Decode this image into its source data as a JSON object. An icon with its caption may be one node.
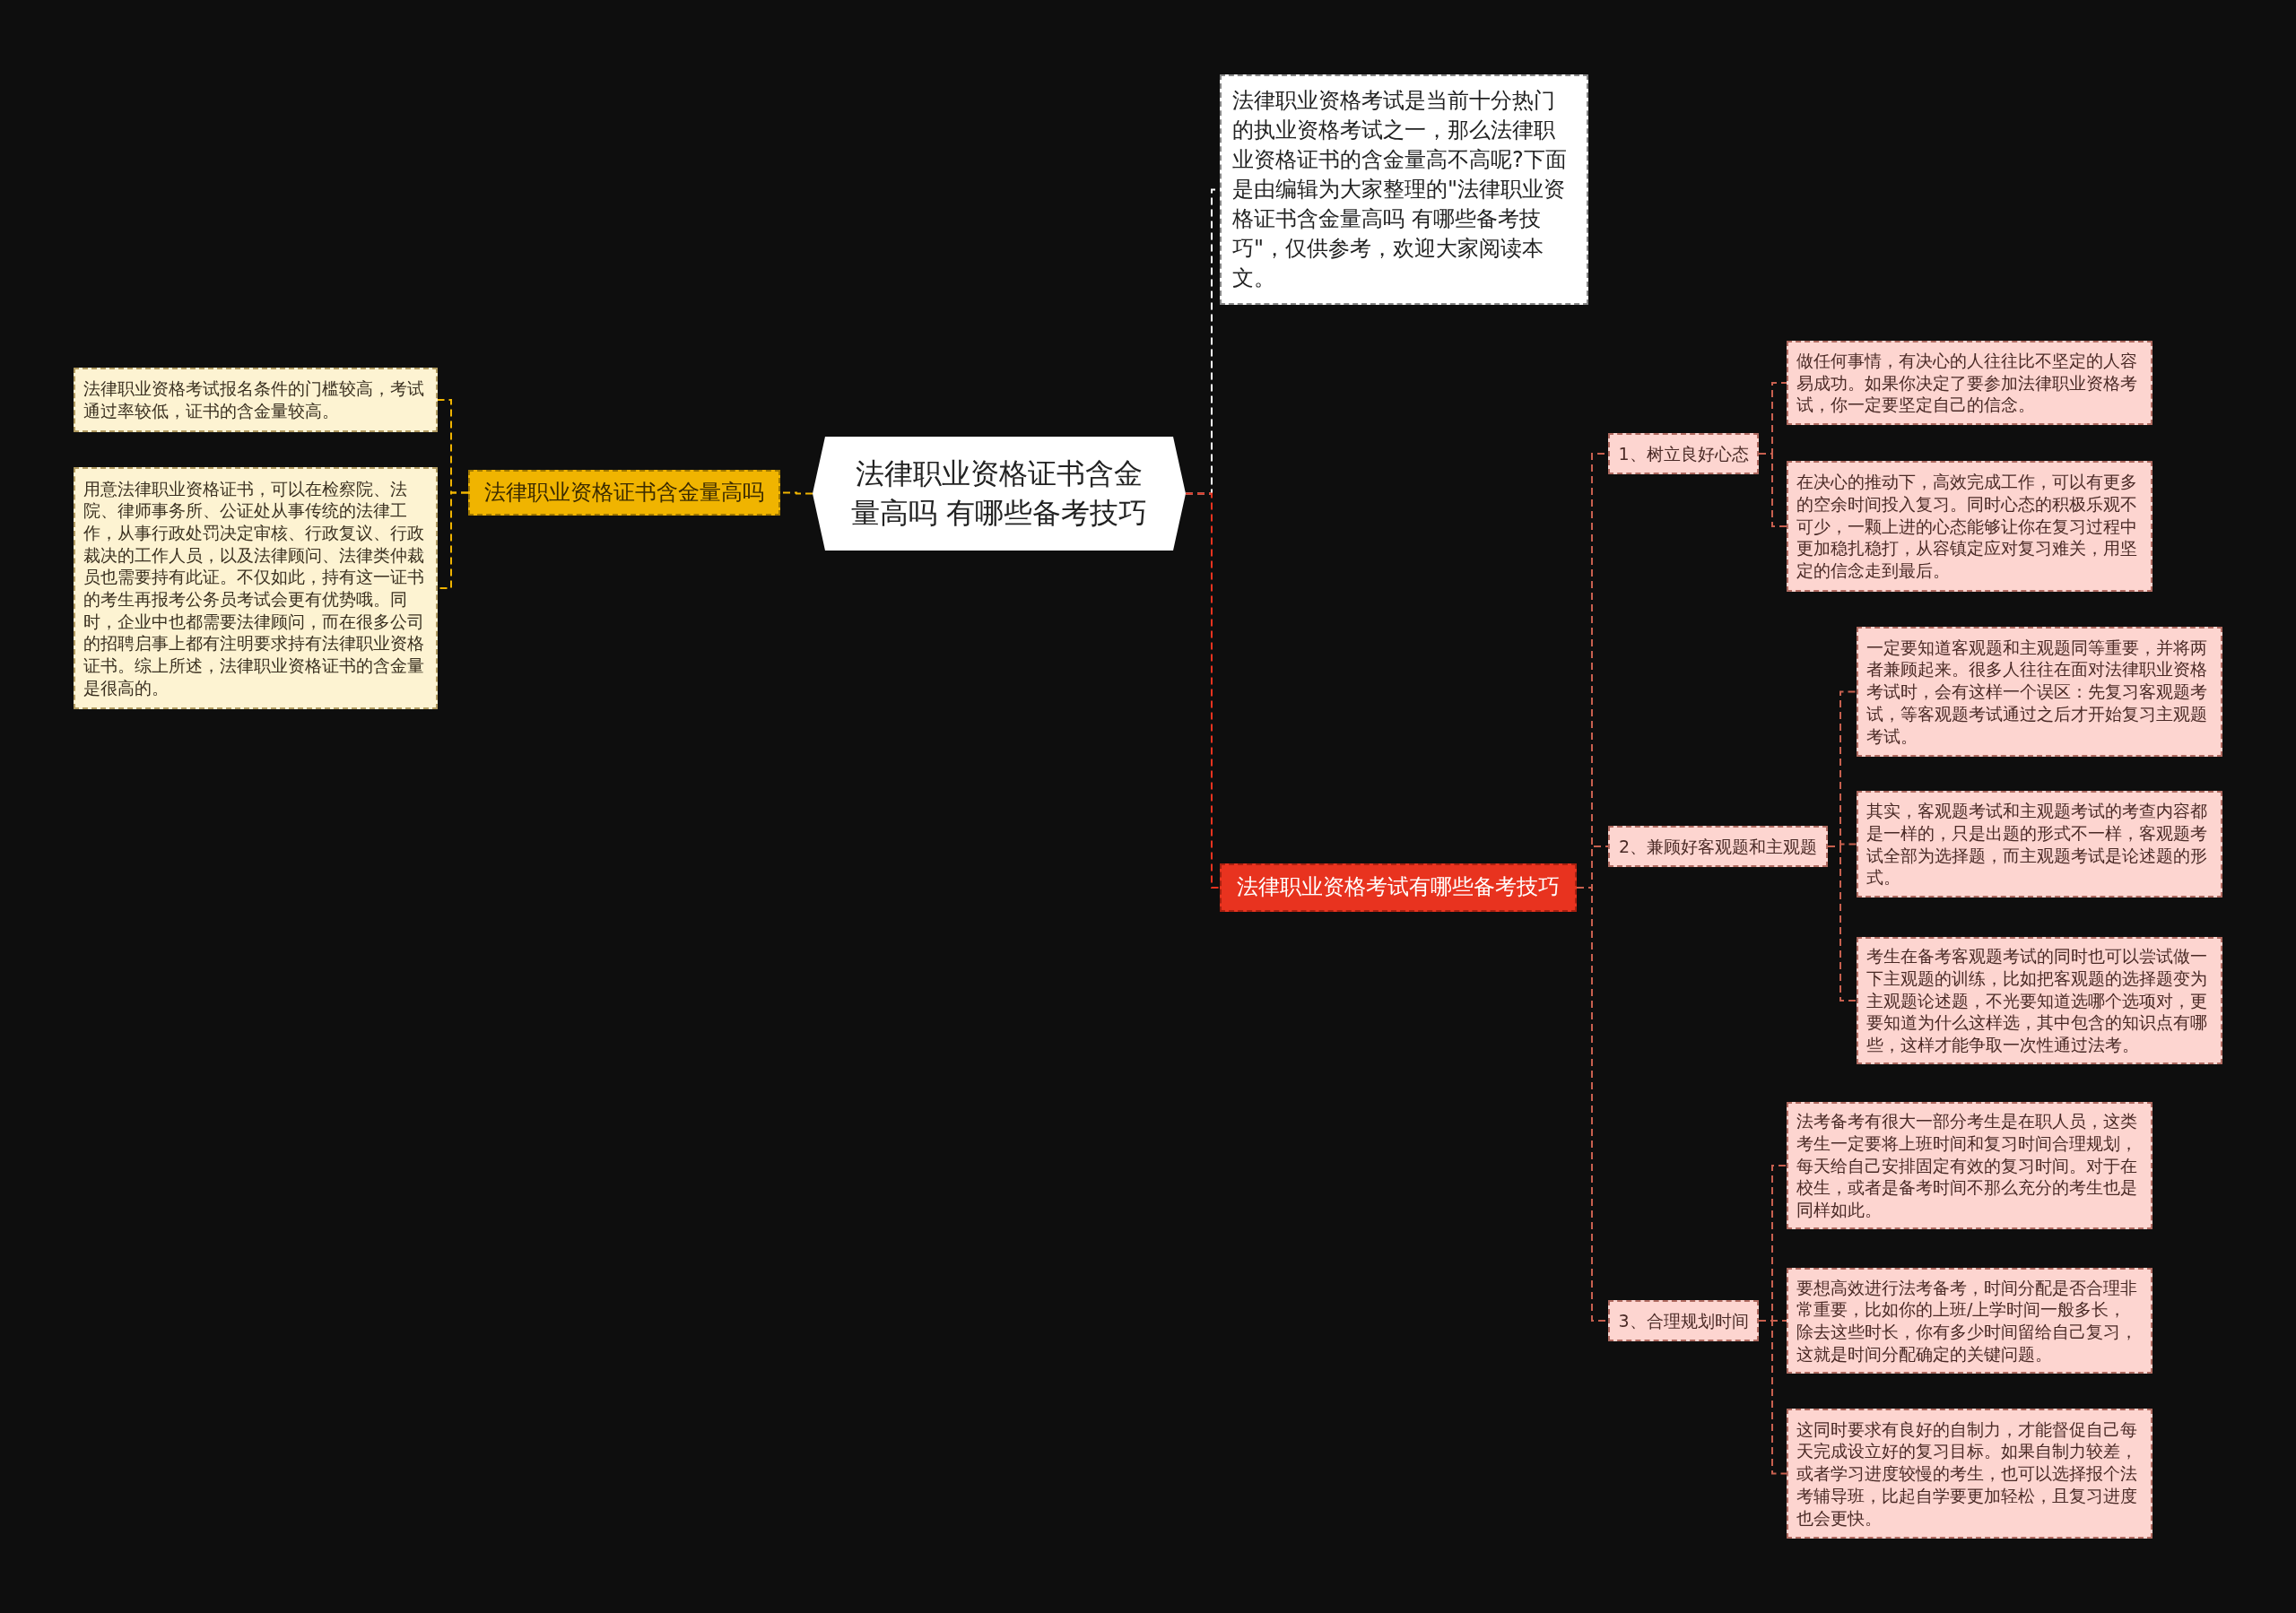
{
  "diagram": {
    "nodes": [
      {
        "text": [
          "法律职业资格证书含金量高吗 有哪些备考技巧"
        ]
      },
      {
        "text": [
          "法律职业资格证书含金量高吗"
        ]
      },
      {
        "text": [
          "法律职业资格考试报名条件的门槛较高，考试通过率较低，证书的含金量较高。"
        ]
      },
      {
        "text": [
          "用意法律职业资格证书，可以在检察院、法院、律师事务所、公证处从事传统的法律工作，从事行政处罚决定审核、行政复议、行政裁决的工作人员，以及法律顾问、法律类仲裁员也需要持有此证。不仅如此，持有这一证书的考生再报考公务员考试会更有优势哦。同时，企业中也都需要法律顾问，而在很多公司的招聘启事上都有注明要求持有法律职业资格证书。综上所述，法律职业资格证书的含金量是很高的。"
        ]
      },
      {
        "text": [
          "法律职业资格考试是当前十分热门的执业资格考试之一，那么法律职业资格证书的含金量高不高呢?下面是由编辑为大家整理的\"法律职业资格证书含金量高吗 有哪些备考技巧\"，仅供参考，欢迎大家阅读本文。"
        ]
      },
      {
        "text": [
          "法律职业资格考试有哪些备考技巧"
        ]
      },
      {
        "text": [
          "1、树立良好心态"
        ]
      },
      {
        "text": [
          "做任何事情，有决心的人往往比不坚定的人容易成功。如果你决定了要参加法律职业资格考试，你一定要坚定自己的信念。"
        ]
      },
      {
        "text": [
          "在决心的推动下，高效完成工作，可以有更多的空余时间投入复习。同时心态的积极乐观不可少，一颗上进的心态能够让你在复习过程中更加稳扎稳打，从容镇定应对复习难关，用坚定的信念走到最后。"
        ]
      },
      {
        "text": [
          "2、兼顾好客观题和主观题"
        ]
      },
      {
        "text": [
          "一定要知道客观题和主观题同等重要，并将两者兼顾起来。很多人往往在面对法律职业资格考试时，会有这样一个误区：先复习客观题考试，等客观题考试通过之后才开始复习主观题考试。"
        ]
      },
      {
        "text": [
          "其实，客观题考试和主观题考试的考查内容都是一样的，只是出题的形式不一样，客观题考试全部为选择题，而主观题考试是论述题的形式。"
        ]
      },
      {
        "text": [
          "考生在备考客观题考试的同时也可以尝试做一下主观题的训练，比如把客观题的选择题变为主观题论述题，不光要知道选哪个选项对，更要知道为什么这样选，其中包含的知识点有哪些，这样才能争取一次性通过法考。"
        ]
      },
      {
        "text": [
          "3、合理规划时间"
        ]
      },
      {
        "text": [
          "法考备考有很大一部分考生是在职人员，这类考生一定要将上班时间和复习时间合理规划，每天给自己安排固定有效的复习时间。对于在校生，或者是备考时间不那么充分的考生也是同样如此。"
        ]
      },
      {
        "text": [
          "要想高效进行法考备考，时间分配是否合理非常重要，比如你的上班/上学时间一般多长，除去这些时长，你有多少时间留给自己复习，这就是时间分配确定的关键问题。"
        ]
      },
      {
        "text": [
          "这同时要求有良好的自制力，才能督促自己每天完成设立好的复习目标。如果自制力较差，或者学习进度较慢的考生，也可以选择报个法考辅导班，比起自学要更加轻松，且复习进度也会更快。"
        ]
      }
    ],
    "edges": [
      {
        "from": 0,
        "to": 1,
        "arrow": "none",
        "color": "#f0b400"
      },
      {
        "from": 1,
        "to": 2,
        "arrow": "none",
        "color": "#f0b400"
      },
      {
        "from": 1,
        "to": 3,
        "arrow": "none",
        "color": "#f0b400"
      },
      {
        "from": 0,
        "to": 4,
        "arrow": "none",
        "color": "#ffffff"
      },
      {
        "from": 0,
        "to": 5,
        "arrow": "none",
        "color": "#e8331f"
      },
      {
        "from": 5,
        "to": 6,
        "arrow": "none"
      },
      {
        "from": 6,
        "to": 7,
        "arrow": "none"
      },
      {
        "from": 6,
        "to": 8,
        "arrow": "none"
      },
      {
        "from": 5,
        "to": 9,
        "arrow": "none"
      },
      {
        "from": 9,
        "to": 10,
        "arrow": "none"
      },
      {
        "from": 9,
        "to": 11,
        "arrow": "none"
      },
      {
        "from": 9,
        "to": 12,
        "arrow": "none"
      },
      {
        "from": 5,
        "to": 13,
        "arrow": "none"
      },
      {
        "from": 13,
        "to": 14,
        "arrow": "none"
      },
      {
        "from": 13,
        "to": 15,
        "arrow": "none"
      },
      {
        "from": 13,
        "to": 16,
        "arrow": "none"
      }
    ]
  }
}
